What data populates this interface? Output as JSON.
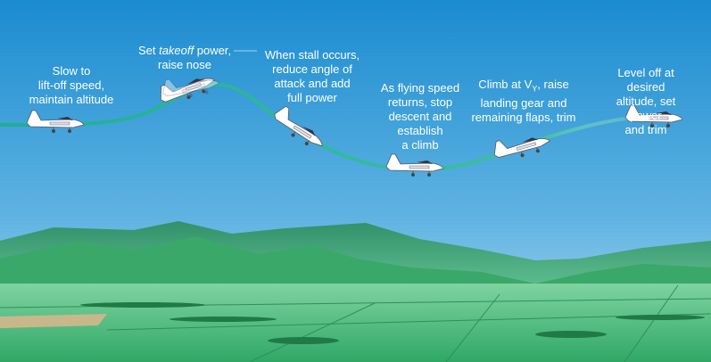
{
  "title": "Takeoff and departure stall recovery sequence",
  "steps": [
    {
      "id": "slow",
      "text": "Slow to\nlift-off speed,\nmaintain altitude"
    },
    {
      "id": "takeoff",
      "text_prefix": "Set ",
      "text_italic": "takeoff",
      "text_suffix": " power,\nraise nose"
    },
    {
      "id": "stall",
      "text": "When stall occurs,\nreduce angle of\nattack and add\nfull power"
    },
    {
      "id": "recover",
      "text": "As flying speed\nreturns, stop\ndescent and\nestablish\na climb"
    },
    {
      "id": "climb",
      "text_prefix": "Climb at V",
      "text_sub": "Y",
      "text_suffix": ", raise\nlanding gear and\nremaining flaps, trim"
    },
    {
      "id": "level",
      "text": "Level off at desired\naltitude, set power\nand trim"
    }
  ],
  "colors": {
    "sky_top": "#1b8bd0",
    "sky_bottom": "#9fd2ee",
    "path": "#1fae92",
    "mountain": "#2f9a5c",
    "field": "#4cbf7a"
  }
}
